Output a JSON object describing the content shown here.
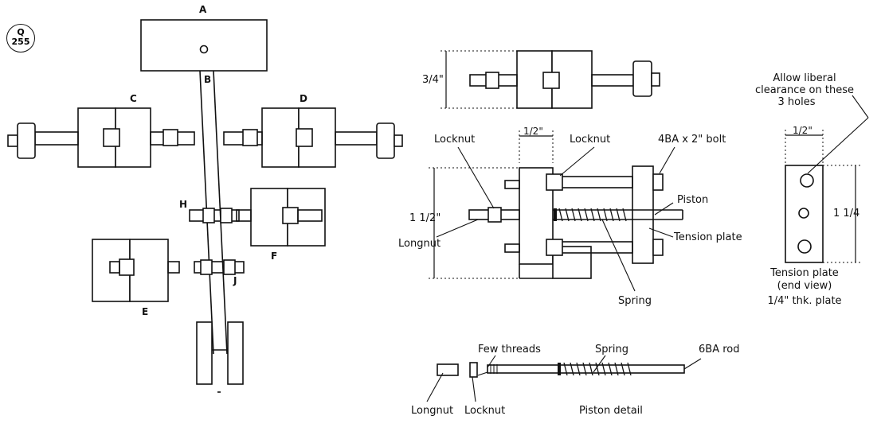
{
  "badge": {
    "line1": "Q",
    "line2": "255"
  },
  "parts": {
    "A": "A",
    "B": "B",
    "C": "C",
    "D": "D",
    "E": "E",
    "F": "F",
    "H": "H",
    "J": "J"
  },
  "dimensions": {
    "three_quarter": "3/4\"",
    "half_top": "1/2\"",
    "one_half": "1 1/2\"",
    "half_end": "1/2\"",
    "one_quarter": "1 1/4"
  },
  "labels": {
    "locknut_left": "Locknut",
    "locknut_right": "Locknut",
    "bolt": "4BA x 2\" bolt",
    "piston": "Piston",
    "longnut": "Longnut",
    "tension_plate": "Tension plate",
    "spring": "Spring",
    "clearance_1": "Allow liberal",
    "clearance_2": "clearance on these",
    "clearance_3": "3 holes",
    "end_view_1": "Tension plate",
    "end_view_2": "(end view)",
    "end_view_3": "1/4\" thk. plate",
    "few_threads": "Few threads",
    "spring_detail": "Spring",
    "rod": "6BA rod",
    "longnut_detail": "Longnut",
    "locknut_detail": "Locknut",
    "piston_detail": "Piston detail"
  }
}
